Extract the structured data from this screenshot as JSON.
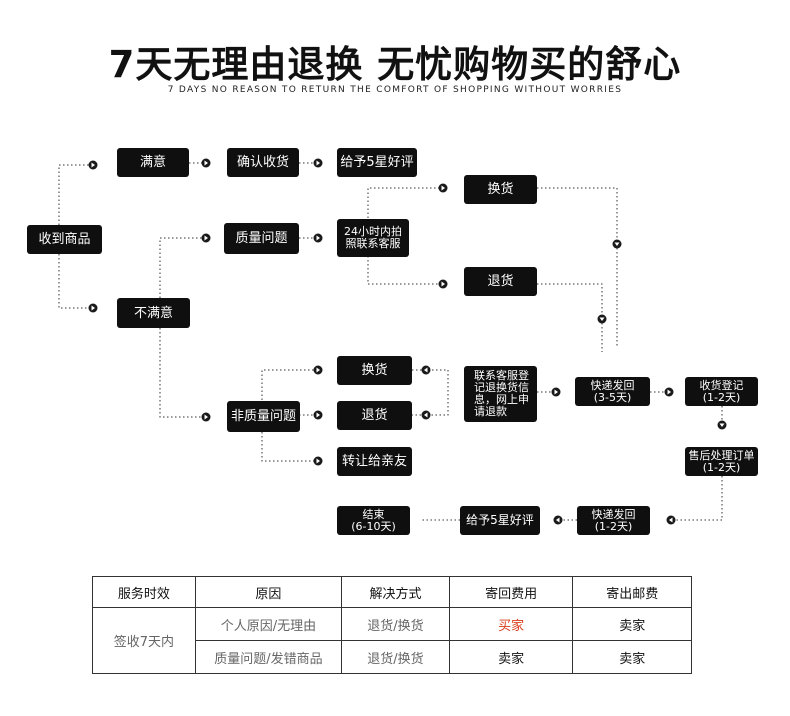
{
  "title": "7天无理由退换 无忧购物买的舒心",
  "subtitle": "7 DAYS NO REASON TO RETURN THE COMFORT OF SHOPPING WITHOUT WORRIES",
  "nodes": {
    "receive": "收到商品",
    "satisfied": "满意",
    "confirm": "确认收货",
    "five_star_top": "给予5星好评",
    "quality": "质量问题",
    "contact_cs_1": "24小时内拍",
    "contact_cs_2": "照联系客服",
    "exchange_top": "换货",
    "return_top": "退货",
    "unsatisfied": "不满意",
    "non_quality": "非质量问题",
    "exchange_mid": "换货",
    "return_mid": "退货",
    "transfer": "转让给亲友",
    "register_1": "联系客服登",
    "register_2": "记退换货信",
    "register_3": "息，网上申",
    "register_4": "请退款",
    "express_1_title": "快递发回",
    "express_1_days": "(3-5天)",
    "receipt_title": "收货登记",
    "receipt_days": "(1-2天)",
    "aftersale_title": "售后处理订单",
    "aftersale_days": "(1-2天)",
    "express_2_title": "快递发回",
    "express_2_days": "(1-2天)",
    "five_star_bottom": "给予5星好评",
    "end_title": "结束",
    "end_days": "(6-10天)"
  },
  "table": {
    "headers": [
      "服务时效",
      "原因",
      "解决方式",
      "寄回费用",
      "寄出邮费"
    ],
    "period": "签收7天内",
    "rows": [
      {
        "reason": "个人原因/无理由",
        "solution": "退货/换货",
        "return_fee": "买家",
        "send_fee": "卖家"
      },
      {
        "reason": "质量问题/发错商品",
        "solution": "退货/换货",
        "return_fee": "卖家",
        "send_fee": "卖家"
      }
    ]
  },
  "colors": {
    "box": "#0f0f0f",
    "line": "#333333",
    "highlight": "#d83a1a"
  }
}
